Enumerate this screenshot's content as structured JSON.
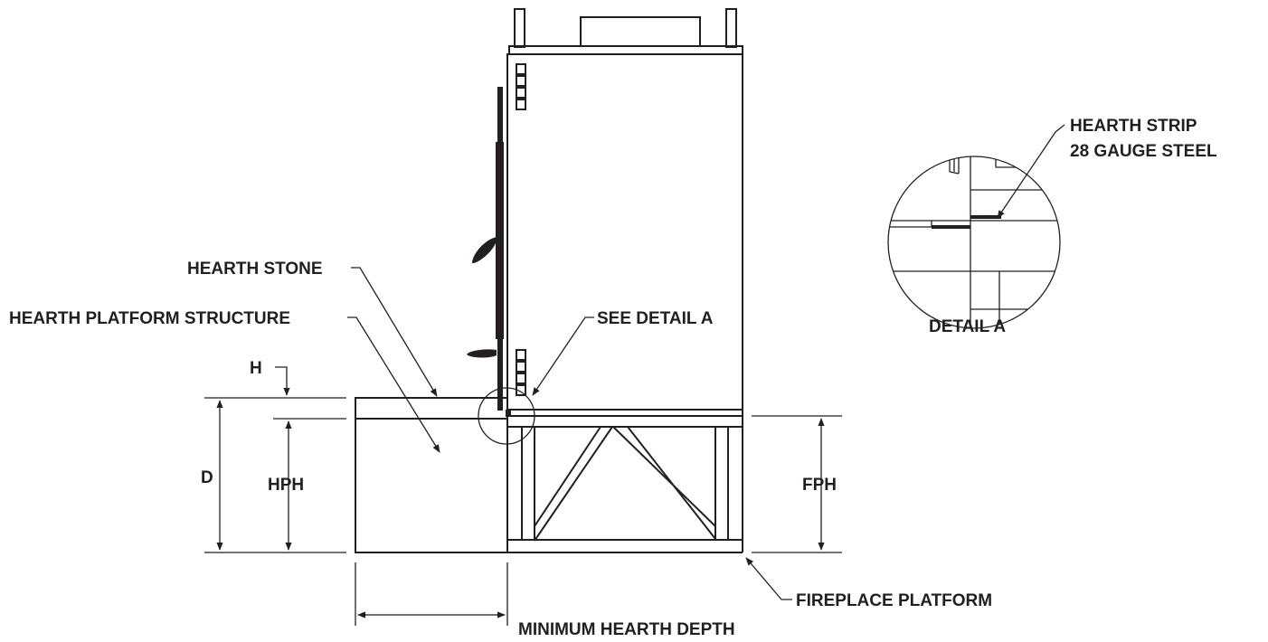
{
  "diagram": {
    "labels": {
      "hearth_stone": "HEARTH STONE",
      "hearth_platform_structure": "HEARTH PLATFORM STRUCTURE",
      "see_detail_a": "SEE DETAIL A",
      "h": "H",
      "d": "D",
      "hph": "HPH",
      "fph": "FPH",
      "fireplace_platform": "FIREPLACE PLATFORM",
      "minimum_hearth_depth": "MINIMUM HEARTH DEPTH",
      "hearth_strip_line1": "HEARTH STRIP",
      "hearth_strip_line2": "28 GAUGE STEEL",
      "detail_a": "DETAIL A"
    }
  }
}
